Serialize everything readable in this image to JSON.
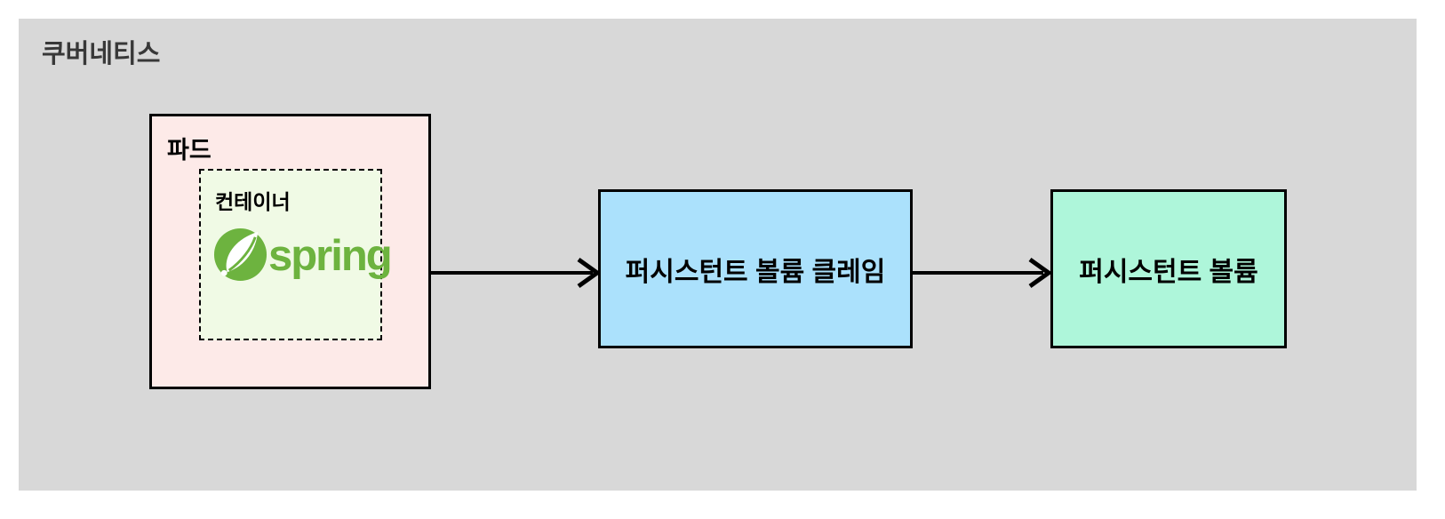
{
  "diagram": {
    "type": "kubernetes-architecture",
    "title": "쿠버네티스",
    "pod": {
      "label": "파드"
    },
    "container": {
      "label": "컨테이너"
    },
    "spring_logo": {
      "text": "spring",
      "brand_color": "#6db33f"
    },
    "pvc": {
      "label": "퍼시스턴트 볼륨 클레임"
    },
    "pv": {
      "label": "퍼시스턴트 볼륨"
    },
    "edges": [
      {
        "from": "파드",
        "to": "퍼시스턴트 볼륨 클레임"
      },
      {
        "from": "퍼시스턴트 볼륨 클레임",
        "to": "퍼시스턴트 볼륨"
      }
    ],
    "colors": {
      "page_bg": "#ffffff",
      "boundary_bg": "#d8d8d8",
      "pod_fill": "#fdeae8",
      "container_fill": "#f0fae5",
      "pvc_fill": "#abe1fc",
      "pv_fill": "#aef6da",
      "border": "#000000",
      "title_text": "#383838",
      "arrow": "#000000"
    }
  }
}
